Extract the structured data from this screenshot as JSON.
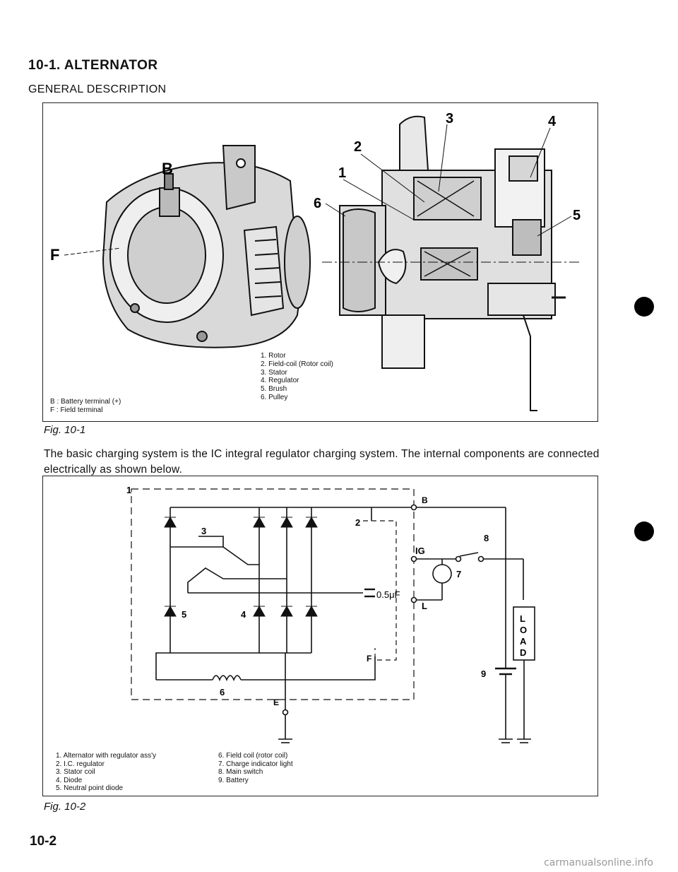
{
  "header": {
    "title": "10-1. ALTERNATOR",
    "subtitle": "GENERAL DESCRIPTION"
  },
  "figure1": {
    "caption": "Fig. 10-1",
    "callouts": [
      "B",
      "F",
      "1",
      "2",
      "3",
      "4",
      "5",
      "6"
    ],
    "terminal_legend": [
      "B : Battery terminal (+)",
      "F : Field terminal"
    ],
    "parts_legend": [
      "1. Rotor",
      "2. Field-coil (Rotor coil)",
      "3. Stator",
      "4. Regulator",
      "5. Brush",
      "6. Pulley"
    ]
  },
  "paragraph": "The basic charging system is the IC integral regulator charging system. The internal components are connected electrically as shown below.",
  "figure2": {
    "caption": "Fig. 10-2",
    "labels": {
      "n1": "1",
      "n2": "2",
      "n3": "3",
      "n4": "4",
      "n5": "5",
      "n6": "6",
      "n7": "7",
      "n8": "8",
      "n9": "9",
      "B": "B",
      "IG": "IG",
      "L": "L",
      "F": "F",
      "E": "E",
      "cap": "0.5μF",
      "load": [
        "L",
        "O",
        "A",
        "D"
      ]
    },
    "legend_left": [
      "1. Alternator with regulator ass'y",
      "2. I.C. regulator",
      "3. Stator coil",
      "4. Diode",
      "5. Neutral point diode"
    ],
    "legend_right": [
      "6. Field coil (rotor coil)",
      "7. Charge indicator light",
      "8. Main switch",
      "9. Battery"
    ]
  },
  "page_number": "10-2",
  "footer": "carmanualsonline.info"
}
